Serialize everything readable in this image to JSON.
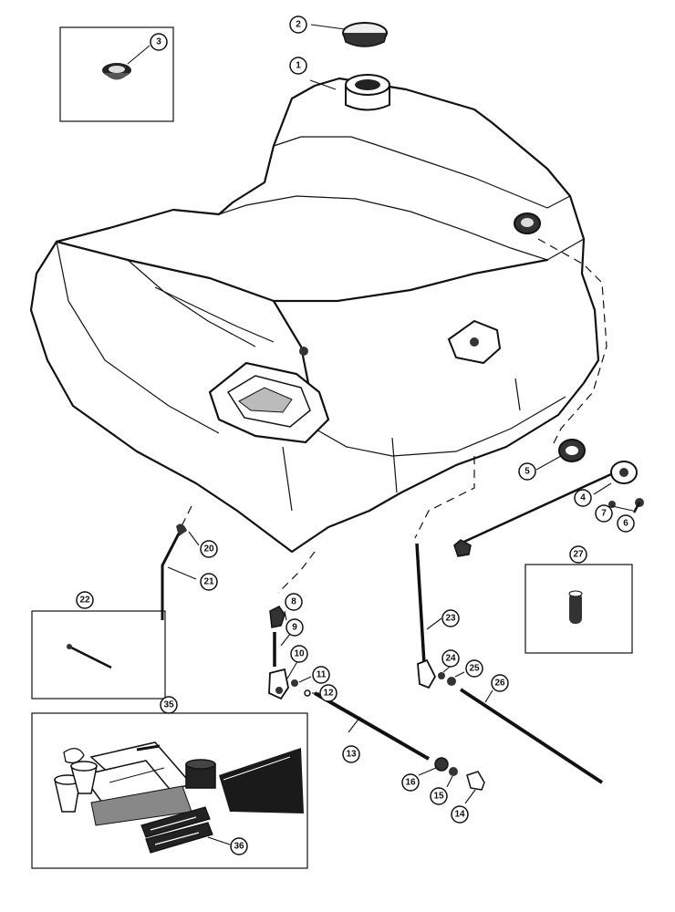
{
  "callouts": {
    "c1": "1",
    "c2": "2",
    "c3": "3",
    "c4": "4",
    "c5": "5",
    "c6": "6",
    "c7": "7",
    "c8": "8",
    "c9": "9",
    "c10": "10",
    "c11": "11",
    "c12": "12",
    "c13": "13",
    "c14": "14",
    "c15": "15",
    "c16": "16",
    "c20": "20",
    "c21": "21",
    "c22": "22",
    "c23": "23",
    "c24": "24",
    "c25": "25",
    "c26": "26",
    "c27": "27",
    "c35": "35",
    "c36": "36"
  }
}
